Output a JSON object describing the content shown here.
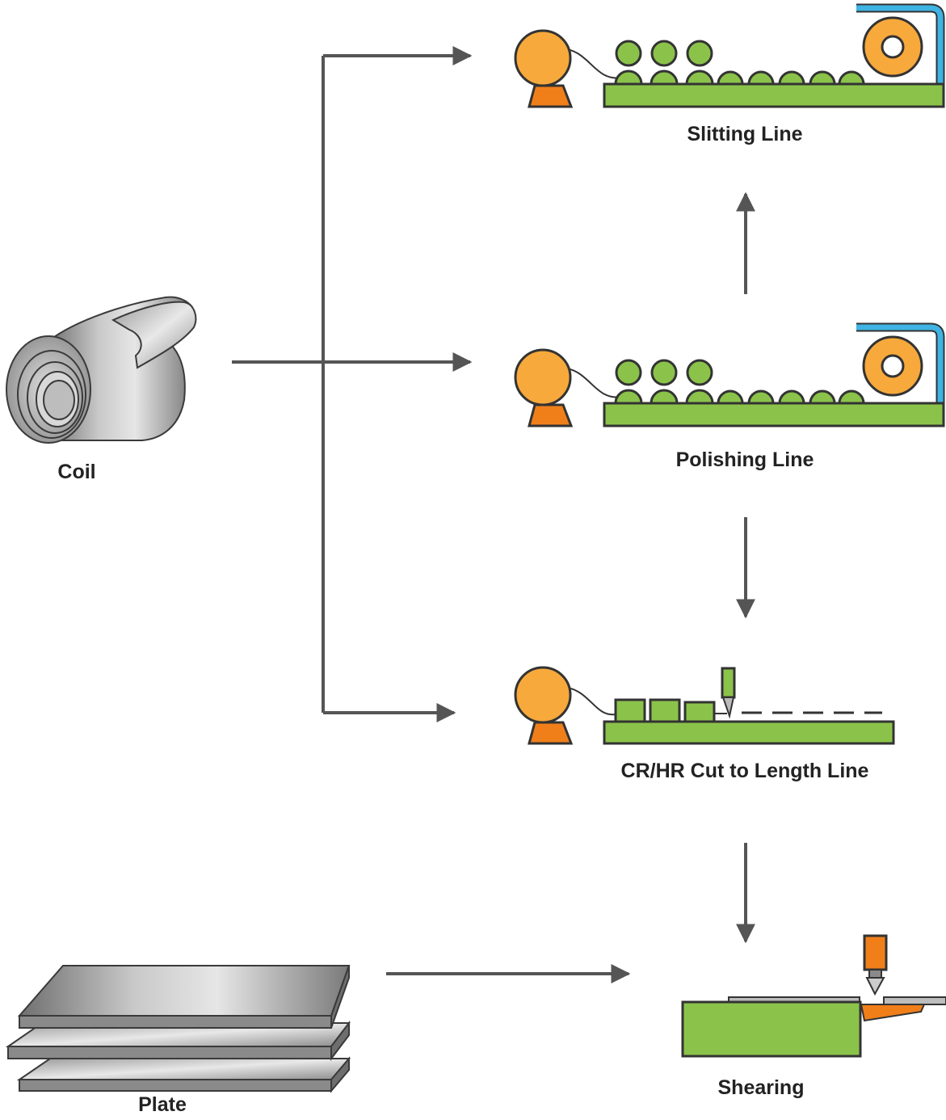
{
  "nodes": {
    "coil": {
      "label": "Coil"
    },
    "plate": {
      "label": "Plate"
    },
    "slitting": {
      "label": "Slitting Line"
    },
    "polishing": {
      "label": "Polishing Line"
    },
    "ctl": {
      "label": "CR/HR Cut to Length Line"
    },
    "shearing": {
      "label": "Shearing"
    }
  },
  "edges": [
    {
      "from": "Coil",
      "to": "Slitting Line"
    },
    {
      "from": "Coil",
      "to": "Polishing Line"
    },
    {
      "from": "Coil",
      "to": "CR/HR Cut to Length Line"
    },
    {
      "from": "Polishing Line",
      "to": "Slitting Line"
    },
    {
      "from": "Polishing Line",
      "to": "CR/HR Cut to Length Line"
    },
    {
      "from": "CR/HR Cut to Length Line",
      "to": "Shearing"
    },
    {
      "from": "Plate",
      "to": "Shearing"
    }
  ],
  "colors": {
    "arrow": "#555555",
    "machine_green": "#8bc34a",
    "reel_orange": "#f7a93b",
    "stand_orange": "#f07f1a",
    "frame_blue": "#3fb3e3",
    "outline": "#333333"
  }
}
